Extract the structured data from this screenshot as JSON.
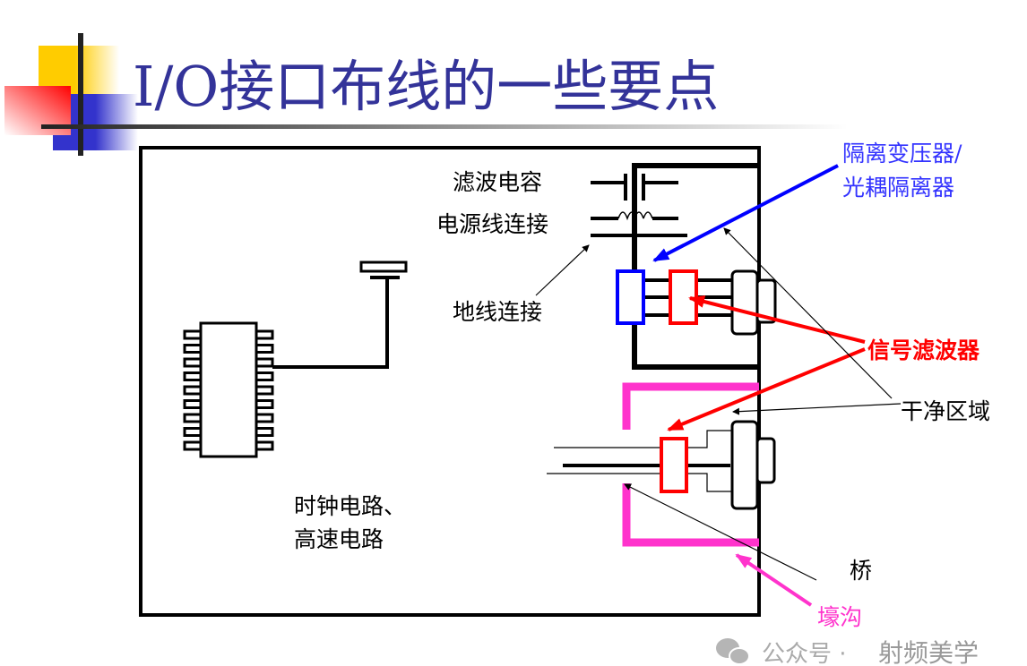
{
  "title": "I/O接口布线的一些要点",
  "labels": {
    "filter_capacitor": "滤波电容",
    "power_line_connection": "电源线连接",
    "ground_line_connection": "地线连接",
    "clock_circuit": "时钟电路、",
    "high_speed_circuit": "高速电路",
    "isolation_line1": "隔离变压器/",
    "isolation_line2": "光耦隔离器",
    "signal_filter": "信号滤波器",
    "clean_area": "干净区域",
    "bridge": "桥",
    "moat": "壕沟"
  },
  "watermark": {
    "prefix": "公众号 ·",
    "name": "射频美学"
  },
  "colors": {
    "title": "#333399",
    "isolation": "#0000ff",
    "filter": "#ff0000",
    "moat": "#ff33cc",
    "watermark": "#aaaaaa"
  }
}
